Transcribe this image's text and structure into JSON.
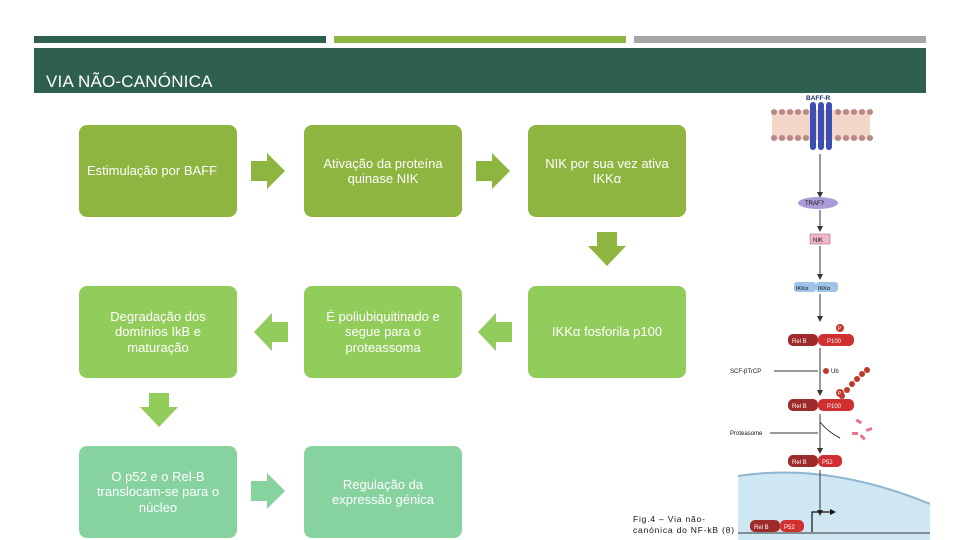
{
  "header": {
    "title": "VIA NÃO-CANÓNICA"
  },
  "colors": {
    "header_bg": "#2f5f50",
    "bar1": "#2f5f50",
    "bar2": "#8db53f",
    "bar3": "#a6a6a6",
    "box_dark": "#8db53f",
    "box_mid": "#92cc5b",
    "box_light": "#86d39f"
  },
  "steps": [
    "Estimulação por BAFF",
    "Ativação da proteína quinase NIK",
    "NIK por sua vez ativa IKKα",
    "IKKα fosforila p100",
    "É poliubiquitinado e segue para o proteassoma",
    "Degradação dos domínios IkB e maturação",
    "O p52 e o Rel-B translocam-se para o núcleo",
    "Regulação da expressão génica"
  ],
  "figure": {
    "labels": [
      "BAFF-R",
      "TRAF?",
      "NIK",
      "IKKα",
      "IKKα",
      "P",
      "Rel B",
      "P100",
      "SCF-βTrCP",
      "Ub",
      "P",
      "Rel B",
      "P100",
      "Proteasome",
      "Rel B",
      "P52",
      "Rel B",
      "P52"
    ],
    "caption": "Fig.4 – Via não-canónica do NF-kB (8)"
  }
}
